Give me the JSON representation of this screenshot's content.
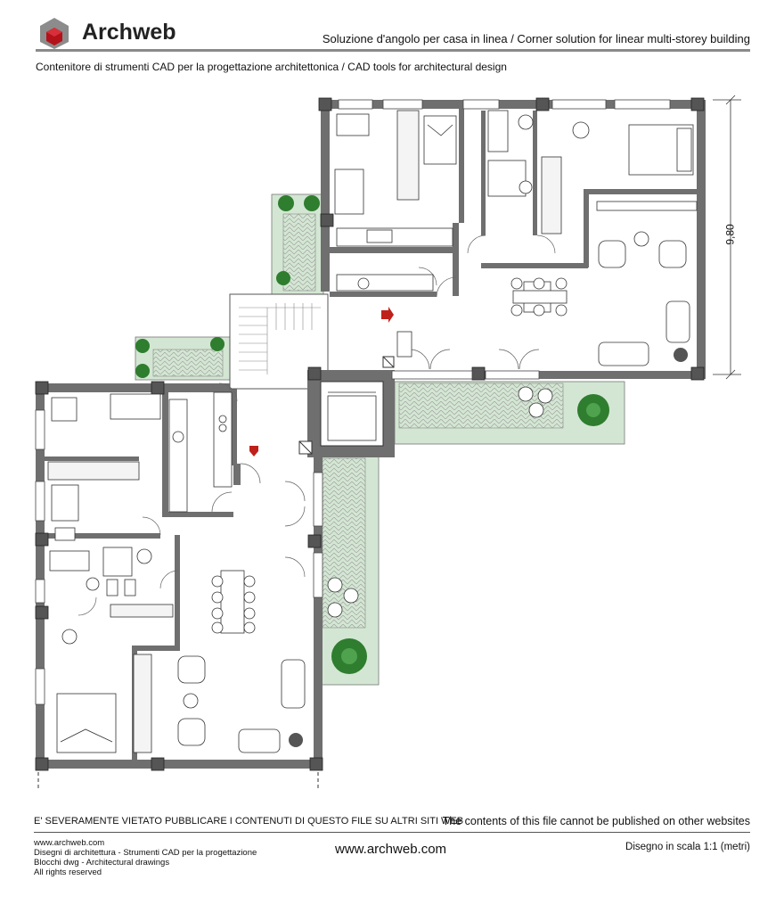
{
  "header": {
    "brand": "Archweb",
    "title": "Soluzione d'angolo per casa in linea / Corner solution for linear multi-storey building"
  },
  "subtitle": "Contenitore di strumenti CAD per la progettazione architettonica  /  CAD tools for architectural design",
  "plan": {
    "dimension": "9,80"
  },
  "footer": {
    "warning_it": "E' SEVERAMENTE VIETATO PUBBLICARE I CONTENUTI DI QUESTO FILE SU ALTRI SITI WEB",
    "warning_en": "The contents of this file cannot be published on other websites",
    "credits": [
      "www.archweb.com",
      "Disegni di architettura - Strumenti CAD  per la progettazione",
      "Blocchi dwg - Architectural drawings",
      "All rights reserved"
    ],
    "website": "www.archweb.com",
    "scale": "Disegno in scala 1:1 (metri)"
  },
  "colors": {
    "wall": "#6f6f6f",
    "garden": "#d3e6d3",
    "plant": "#2f7d2f",
    "arrow": "#c0201a",
    "logo_red": "#b3121b",
    "logo_grey": "#8c8c8c"
  }
}
